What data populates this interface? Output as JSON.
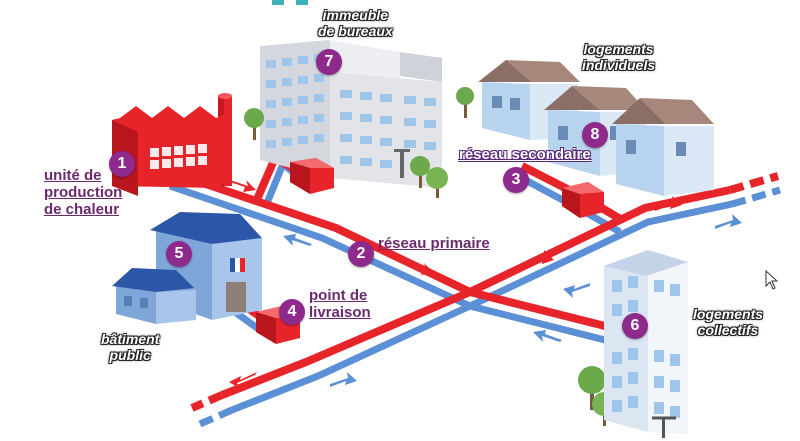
{
  "markers": {
    "m1": "1",
    "m2": "2",
    "m3": "3",
    "m4": "4",
    "m5": "5",
    "m6": "6",
    "m7": "7",
    "m8": "8"
  },
  "labels": {
    "office_line1": "immeuble",
    "office_line2": "de bureaux",
    "individual_line1": "logements",
    "individual_line2": "individuels",
    "collective_line1": "logements",
    "collective_line2": "collectifs",
    "public_line1": "bâtiment",
    "public_line2": "public"
  },
  "links": {
    "production_line1": "unité de",
    "production_line2": "production",
    "production_line3": "de chaleur",
    "primary": "réseau primaire",
    "secondary": "réseau secondaire",
    "delivery_line1": "point de",
    "delivery_line2": "livraison"
  },
  "colors": {
    "hot_pipe": "#e8242b",
    "cold_pipe": "#5b8fd6",
    "marker": "#8e2a8c",
    "link_text": "#6b2a6e"
  }
}
